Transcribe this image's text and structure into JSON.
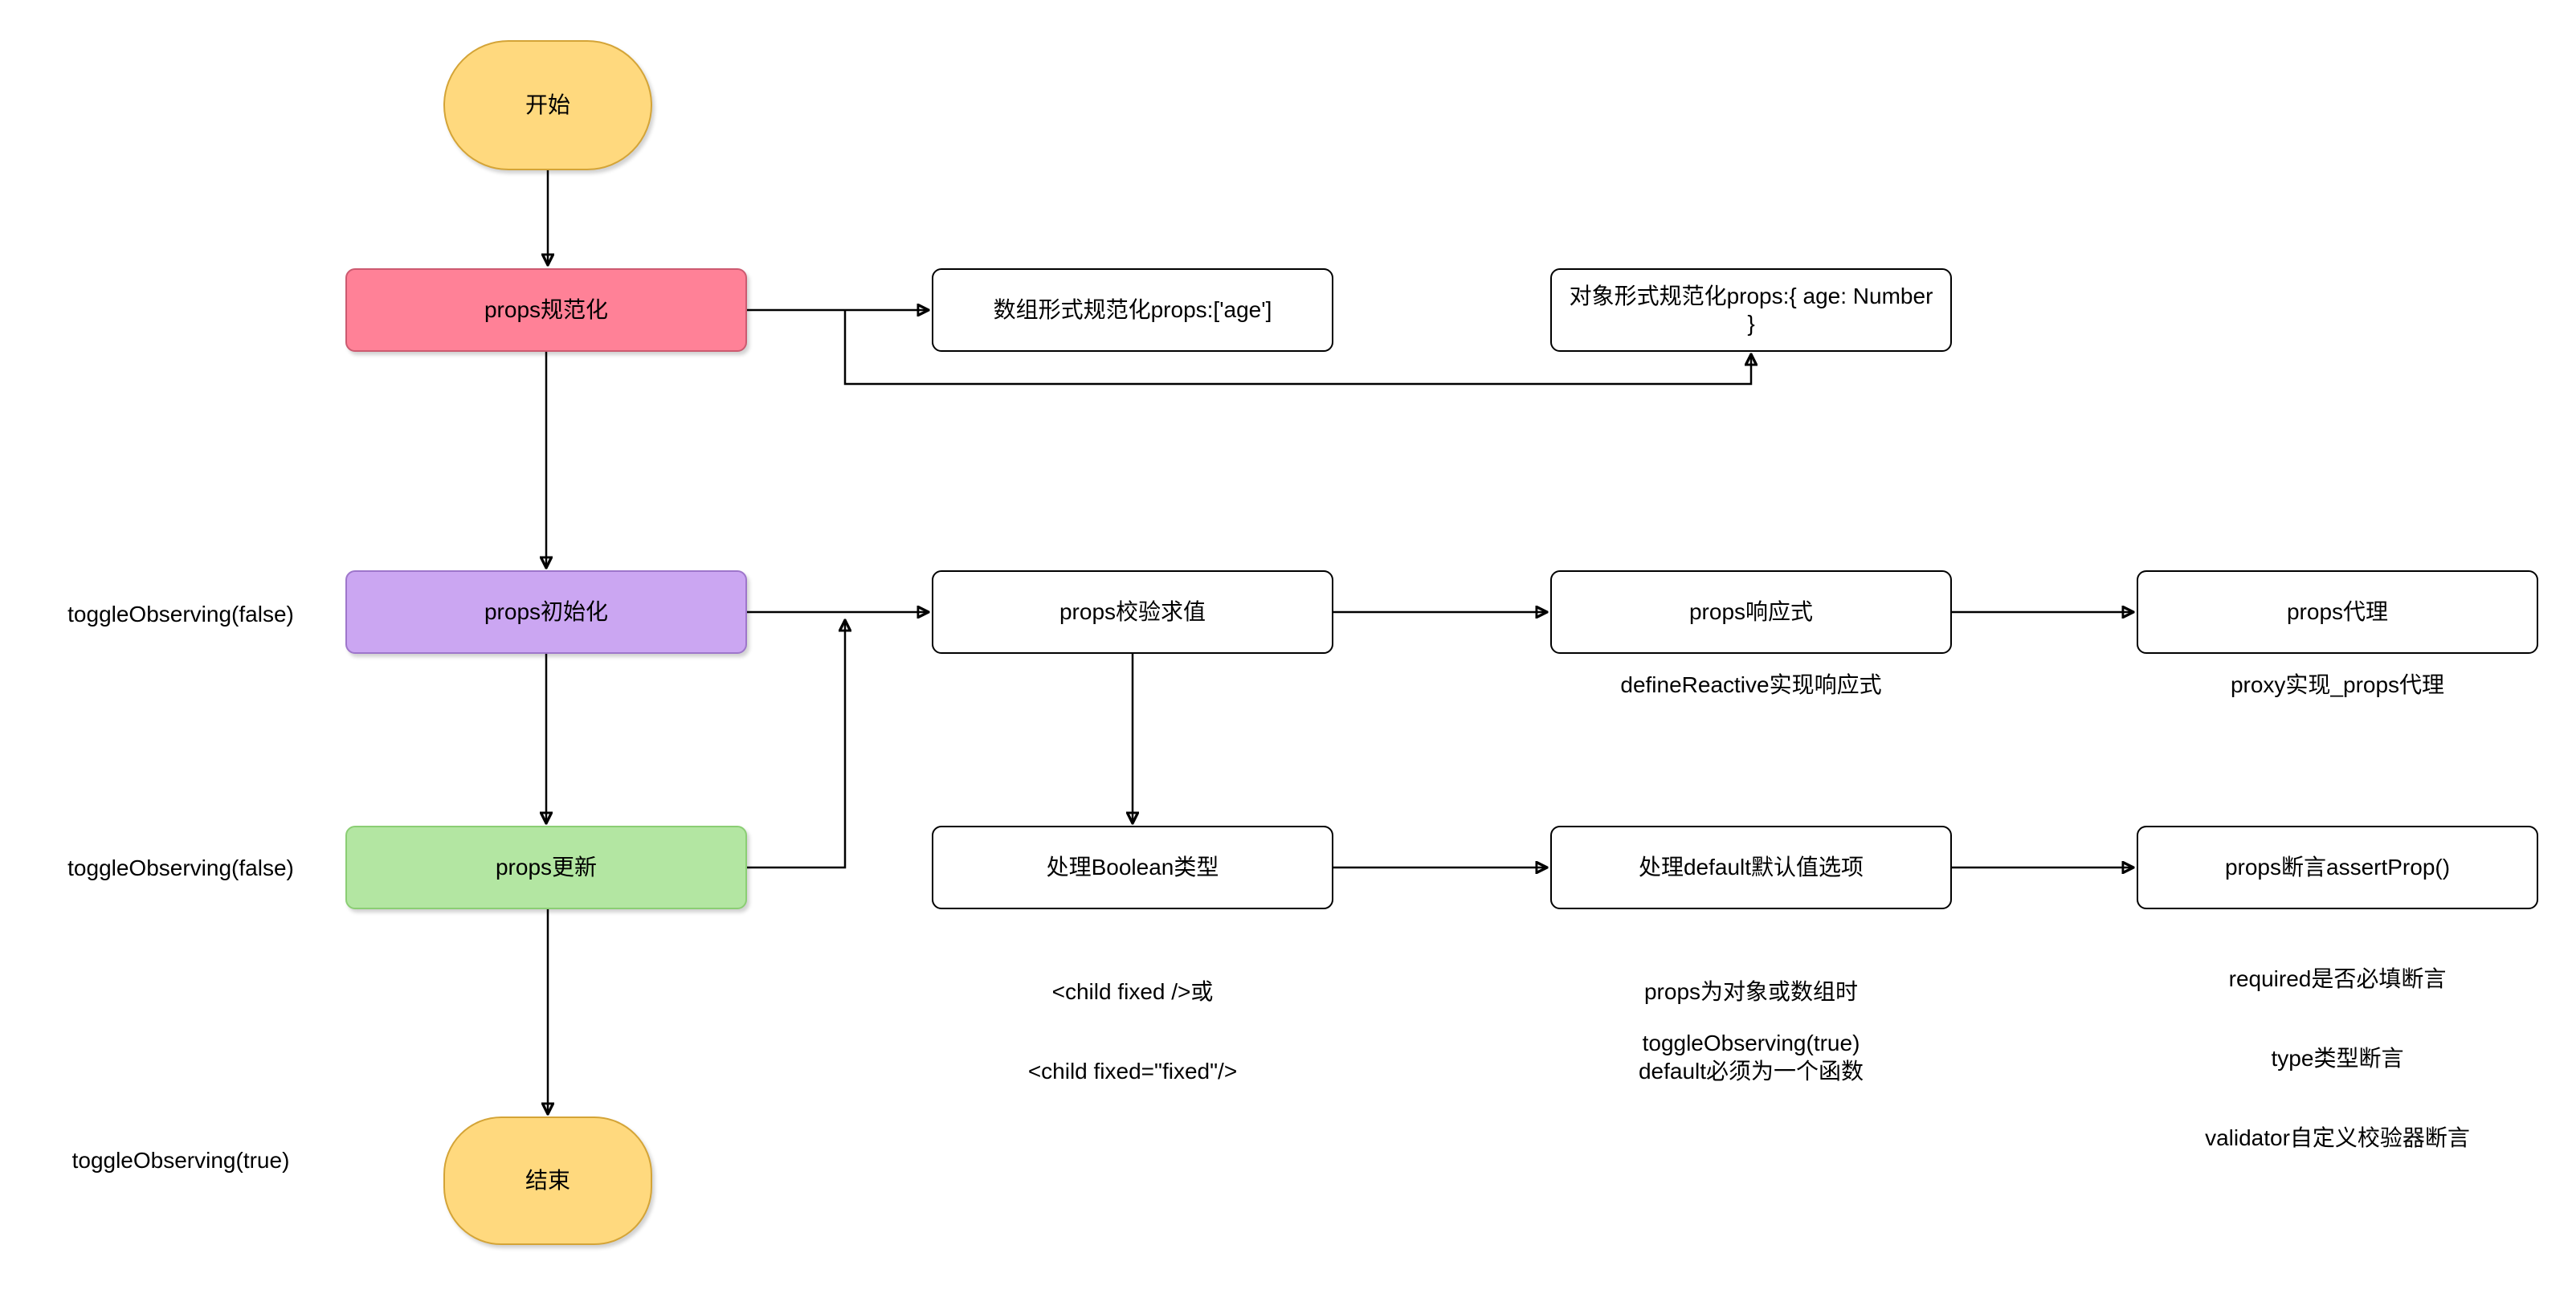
{
  "diagram": {
    "type": "flowchart",
    "background": "#ffffff",
    "nodes": {
      "start": {
        "label": "开始",
        "shape": "terminal"
      },
      "normalize": {
        "label": "props规范化",
        "shape": "process"
      },
      "array_norm": {
        "label": "数组形式规范化props:['age']",
        "shape": "process"
      },
      "object_norm": {
        "label": "对象形式规范化props:{ age: Number }",
        "shape": "process"
      },
      "init": {
        "label": "props初始化",
        "shape": "process"
      },
      "validate": {
        "label": "props校验求值",
        "shape": "process"
      },
      "reactive": {
        "label": "props响应式",
        "shape": "process"
      },
      "proxy": {
        "label": "props代理",
        "shape": "process"
      },
      "update": {
        "label": "props更新",
        "shape": "process"
      },
      "boolean": {
        "label": "处理Boolean类型",
        "shape": "process"
      },
      "default": {
        "label": "处理default默认值选项",
        "shape": "process"
      },
      "assert": {
        "label": "props断言assertProp()",
        "shape": "process"
      },
      "end": {
        "label": "结束",
        "shape": "terminal"
      }
    },
    "annotations": {
      "toggle_false_init": "toggleObserving(false)",
      "toggle_false_update": "toggleObserving(false)",
      "toggle_true_end": "toggleObserving(true)",
      "define_reactive": "defineReactive实现响应式",
      "proxy_impl": "proxy实现_props代理",
      "child_fixed_line1": "<child fixed />或",
      "child_fixed_line2": "<child fixed=\"fixed\"/>",
      "default_note_line1": "props为对象或数组时",
      "default_note_line2": "default必须为一个函数",
      "toggle_true_default": "toggleObserving(true)",
      "assert_note_line1": "required是否必填断言",
      "assert_note_line2": "type类型断言",
      "assert_note_line3": "validator自定义校验器断言"
    },
    "edges": [
      {
        "from": "start",
        "to": "normalize"
      },
      {
        "from": "normalize",
        "to": "array_norm"
      },
      {
        "from": "normalize",
        "to": "object_norm"
      },
      {
        "from": "normalize",
        "to": "init"
      },
      {
        "from": "init",
        "to": "validate"
      },
      {
        "from": "validate",
        "to": "reactive"
      },
      {
        "from": "reactive",
        "to": "proxy"
      },
      {
        "from": "init",
        "to": "update"
      },
      {
        "from": "update",
        "to": "validate"
      },
      {
        "from": "validate",
        "to": "boolean"
      },
      {
        "from": "boolean",
        "to": "default"
      },
      {
        "from": "default",
        "to": "assert"
      },
      {
        "from": "update",
        "to": "end"
      }
    ],
    "colors": {
      "terminal_fill": "#FFD97E",
      "terminal_stroke": "#D4A437",
      "normalize_fill": "#FF8197",
      "normalize_stroke": "#CC5A70",
      "init_fill": "#CBA6F2",
      "init_stroke": "#9E76CB",
      "update_fill": "#B3E6A2",
      "update_stroke": "#8BCE74",
      "process_fill": "#FFFFFF",
      "process_stroke": "#000000",
      "edge": "#000000"
    }
  }
}
